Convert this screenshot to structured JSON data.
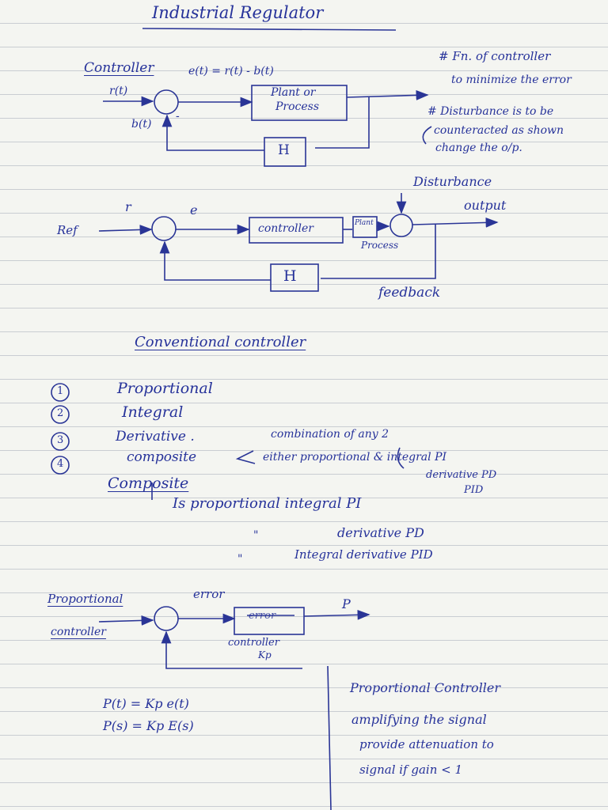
{
  "title": "Industrial Regulator",
  "diagram1": {
    "label": "Controller",
    "equation": "e(t) = r(t) - b(t)",
    "input": "r(t)",
    "feedback_signal": "b(t)",
    "minus": "-",
    "plant_line1": "Plant or",
    "plant_line2": "Process",
    "feedback_block": "H"
  },
  "notes": {
    "note1_line1": "# Fn. of controller",
    "note1_line2": "to minimize the error",
    "note2_line1": "# Disturbance is to be",
    "note2_line2": "counteracted as shown",
    "note2_line3": "change the o/p."
  },
  "diagram2": {
    "disturbance": "Disturbance",
    "output": "output",
    "ref": "Ref",
    "r": "r",
    "e": "e",
    "controller": "controller",
    "plant_block": "Plant",
    "process": "Process",
    "feedback_block": "H",
    "feedback": "feedback"
  },
  "conventional": {
    "heading": "Conventional controller",
    "items": [
      {
        "num": "1",
        "text": "Proportional"
      },
      {
        "num": "2",
        "text": "Integral"
      },
      {
        "num": "3",
        "text": "Derivative ."
      },
      {
        "num": "4",
        "text": "composite"
      }
    ],
    "combo_line1": "combination of any 2",
    "combo_line2": "either proportional & integral  PI",
    "combo_line3": "derivative  PD",
    "combo_line4": "PID"
  },
  "composite": {
    "heading": "Composite",
    "line1": "Is proportional integral  PI",
    "ditto1": "\"",
    "line2": "derivative  PD",
    "ditto2": "\"",
    "line3": "Integral derivative  PID"
  },
  "proportional": {
    "label_line1": "Proportional",
    "label_line2": "controller",
    "error": "error",
    "block_text": "error",
    "block_label": "controller",
    "kp": "Kp",
    "output": "P",
    "eq1": "P(t)  =  Kp e(t)",
    "eq2": "P(s)  =  Kp E(s)",
    "note_line1": "Proportional Controller",
    "note_line2": "amplifying the signal",
    "note_line3": "provide attenuation to",
    "note_line4": "signal if gain < 1"
  }
}
